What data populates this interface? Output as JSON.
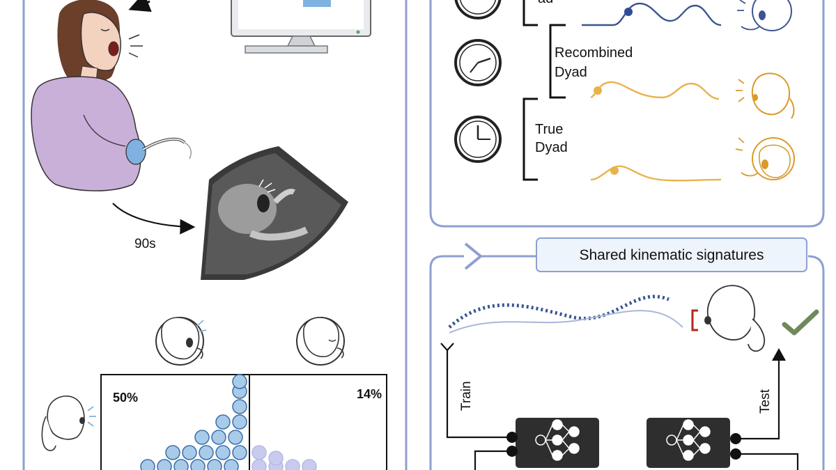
{
  "left_panel": {
    "duration_label": "90s",
    "matrix": {
      "left_percent": "50%",
      "right_percent": "14%"
    }
  },
  "right_panel": {
    "top": {
      "partial_label": "ad",
      "recombined_label_line1": "Recombined",
      "recombined_label_line2": "Dyad",
      "true_label_line1": "True",
      "true_label_line2": "Dyad"
    },
    "bottom": {
      "title": "Shared kinematic signatures",
      "train_label": "Train",
      "test_label": "Test"
    }
  },
  "colors": {
    "frame_blue": "#8e9fd0",
    "dark_blue": "#3b5590",
    "gold": "#e8b34b",
    "bubble_blue": "#a9cbea",
    "bubble_lavender": "#c9cbee",
    "check_green": "#6f8a5a",
    "network_box": "#2e2e2e"
  }
}
